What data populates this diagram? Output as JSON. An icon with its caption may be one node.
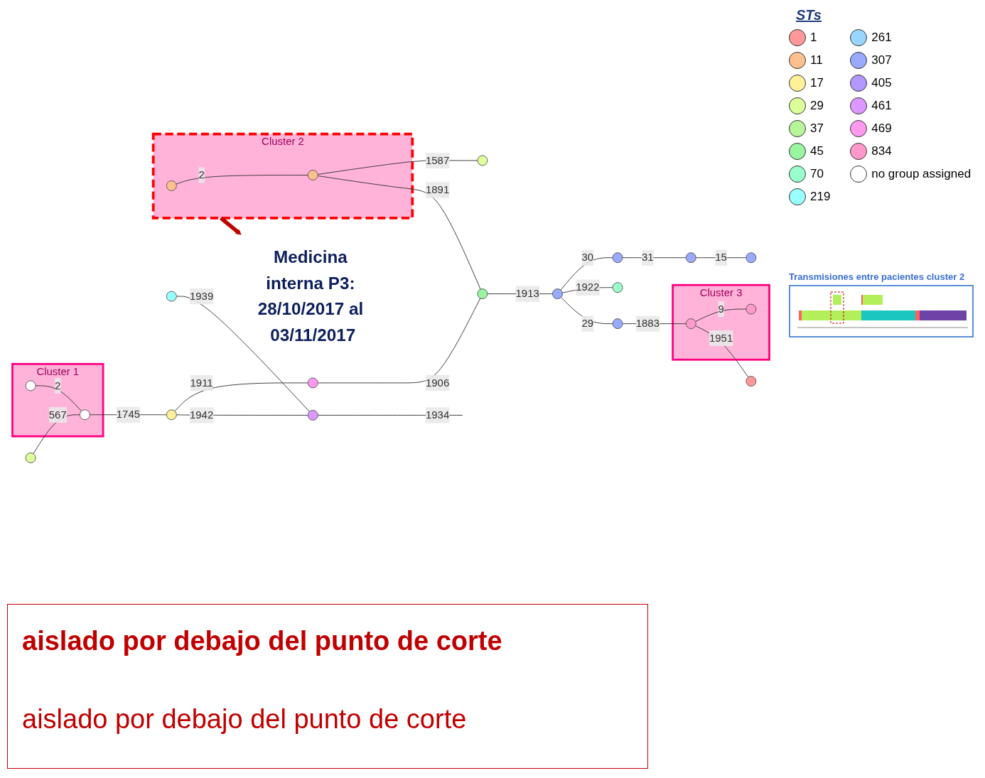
{
  "diagram": {
    "nodes": [
      {
        "text": [
          "Cluster 1"
        ]
      },
      {
        "text": [],
        "shape": "circle",
        "in": 0
      },
      {
        "text": [],
        "shape": "circle",
        "in": 0
      },
      {
        "text": [],
        "shape": "circle"
      },
      {
        "text": [],
        "shape": "circle"
      },
      {
        "text": [],
        "shape": "circle"
      },
      {
        "text": [],
        "shape": "circle"
      },
      {
        "text": [
          "Cluster 2"
        ]
      },
      {
        "text": [],
        "shape": "circle",
        "in": 7
      },
      {
        "text": [],
        "shape": "circle",
        "in": 7
      },
      {
        "text": [],
        "shape": "circle"
      },
      {
        "text": [],
        "shape": "circle"
      },
      {
        "text": [],
        "shape": "circle"
      },
      {
        "text": [],
        "shape": "circle"
      },
      {
        "text": [],
        "shape": "circle"
      },
      {
        "text": [],
        "shape": "circle"
      },
      {
        "text": [],
        "shape": "circle"
      },
      {
        "text": [
          "Cluster 3"
        ]
      },
      {
        "text": [],
        "shape": "circle",
        "in": 17
      },
      {
        "text": [],
        "shape": "circle",
        "in": 17
      },
      {
        "text": [],
        "shape": "circle"
      },
      {
        "text": [],
        "shape": "circle"
      },
      {
        "text": [],
        "shape": "circle"
      },
      {
        "text": [
          "Medicina interna P3: 28/10/2017 al 03/11/2017"
        ]
      }
    ],
    "edges": [
      {
        "from": 3,
        "to": 2,
        "arrow": "none",
        "label": "567"
      },
      {
        "from": 1,
        "to": 2,
        "arrow": "none",
        "label": "2"
      },
      {
        "from": 2,
        "to": 4,
        "arrow": "none",
        "label": "1745"
      },
      {
        "from": 4,
        "to": 5,
        "arrow": "none",
        "label": "1911"
      },
      {
        "from": 5,
        "to": 6,
        "arrow": "none",
        "label": "1906"
      },
      {
        "from": 9,
        "to": 10,
        "arrow": "none",
        "label": "1587"
      },
      {
        "from": 8,
        "to": 9,
        "arrow": "none",
        "label": "2"
      },
      {
        "from": 9,
        "to": 6,
        "arrow": "none",
        "label": "1891"
      },
      {
        "from": 6,
        "to": 11,
        "arrow": "none",
        "label": "1913"
      },
      {
        "from": 11,
        "to": 12,
        "arrow": "none",
        "label": "30"
      },
      {
        "from": 12,
        "to": 13,
        "arrow": "none",
        "label": "31"
      },
      {
        "from": 13,
        "to": 14,
        "arrow": "none",
        "label": "15"
      },
      {
        "from": 11,
        "to": 15,
        "arrow": "none",
        "label": "1922"
      },
      {
        "from": 11,
        "to": 16,
        "arrow": "none",
        "label": "29"
      },
      {
        "from": 16,
        "to": 18,
        "arrow": "none",
        "label": "1883"
      },
      {
        "from": 18,
        "to": 19,
        "arrow": "none",
        "label": "9"
      },
      {
        "from": 18,
        "to": 20,
        "arrow": "none",
        "label": "1951"
      },
      {
        "from": 4,
        "to": 21,
        "arrow": "none",
        "label": "1942"
      },
      {
        "from": 22,
        "to": 21,
        "arrow": "none",
        "label": "1939"
      },
      {
        "from": 21,
        "to": null,
        "arrow": "none",
        "label": "1934"
      },
      {
        "from": 7,
        "to": 23,
        "arrow": "to",
        "style": "thick",
        "color": "#c00000"
      }
    ],
    "labels": [
      "Transmisiones entre pacientes cluster 2",
      "STs",
      "aislado por debajo del punto de corte",
      "aislado por debajo del punto de corte"
    ],
    "legend": [
      {
        "text": "1",
        "color": "#ff9999"
      },
      {
        "text": "11",
        "color": "#ffc08f"
      },
      {
        "text": "17",
        "color": "#fff09a"
      },
      {
        "text": "29",
        "color": "#ddff99"
      },
      {
        "text": "37",
        "color": "#b8f59a"
      },
      {
        "text": "45",
        "color": "#99f5a0"
      },
      {
        "text": "70",
        "color": "#99ffcc"
      },
      {
        "text": "219",
        "color": "#99ffff"
      },
      {
        "text": "261",
        "color": "#99d6ff"
      },
      {
        "text": "307",
        "color": "#99aaff"
      },
      {
        "text": "405",
        "color": "#b399ff"
      },
      {
        "text": "461",
        "color": "#dd99ff"
      },
      {
        "text": "469",
        "color": "#ff99ee"
      },
      {
        "text": "834",
        "color": "#ff99cc"
      },
      {
        "text": "no group assigned",
        "color": "#ffffff"
      }
    ]
  }
}
